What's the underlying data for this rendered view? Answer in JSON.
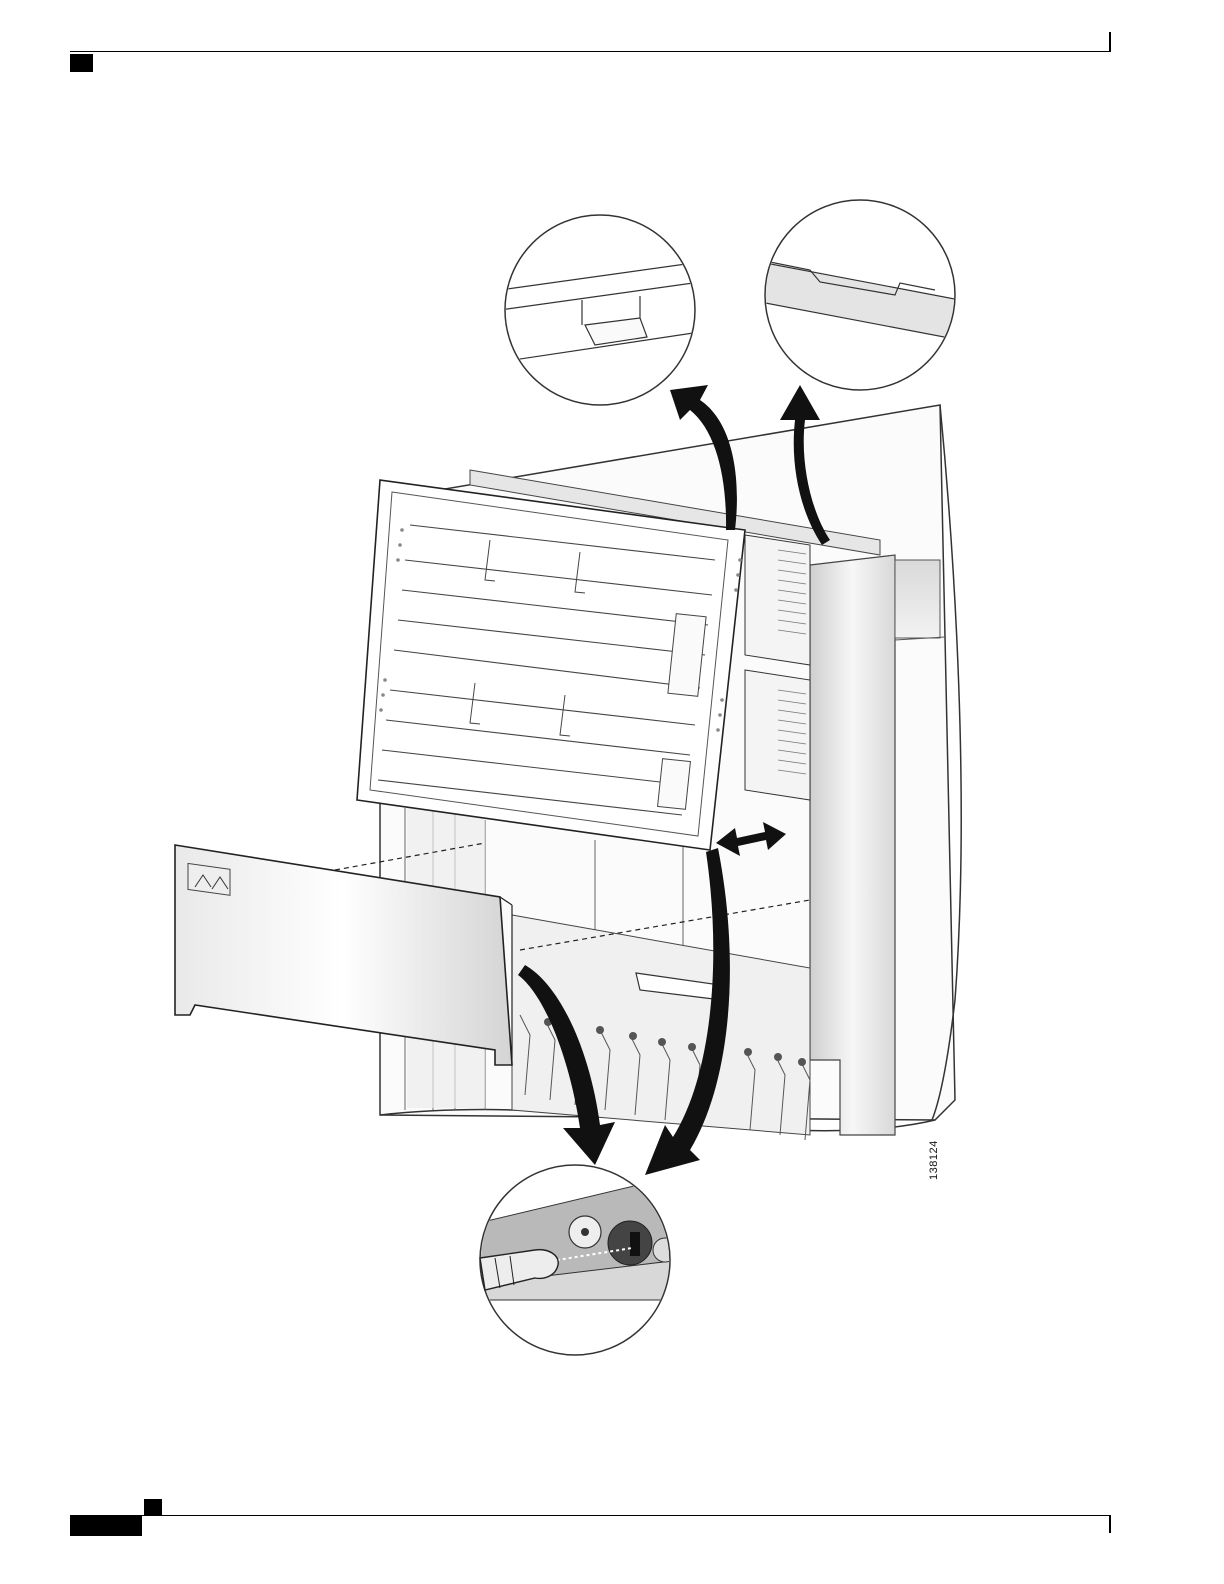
{
  "figure": {
    "art_number": "138124",
    "icons": [
      "detail-circle-top-left",
      "detail-circle-top-right",
      "detail-circle-bottom",
      "curved-arrow",
      "double-headed-arrow",
      "screwdriver",
      "chassis",
      "air-filter",
      "cover-panel"
    ]
  }
}
